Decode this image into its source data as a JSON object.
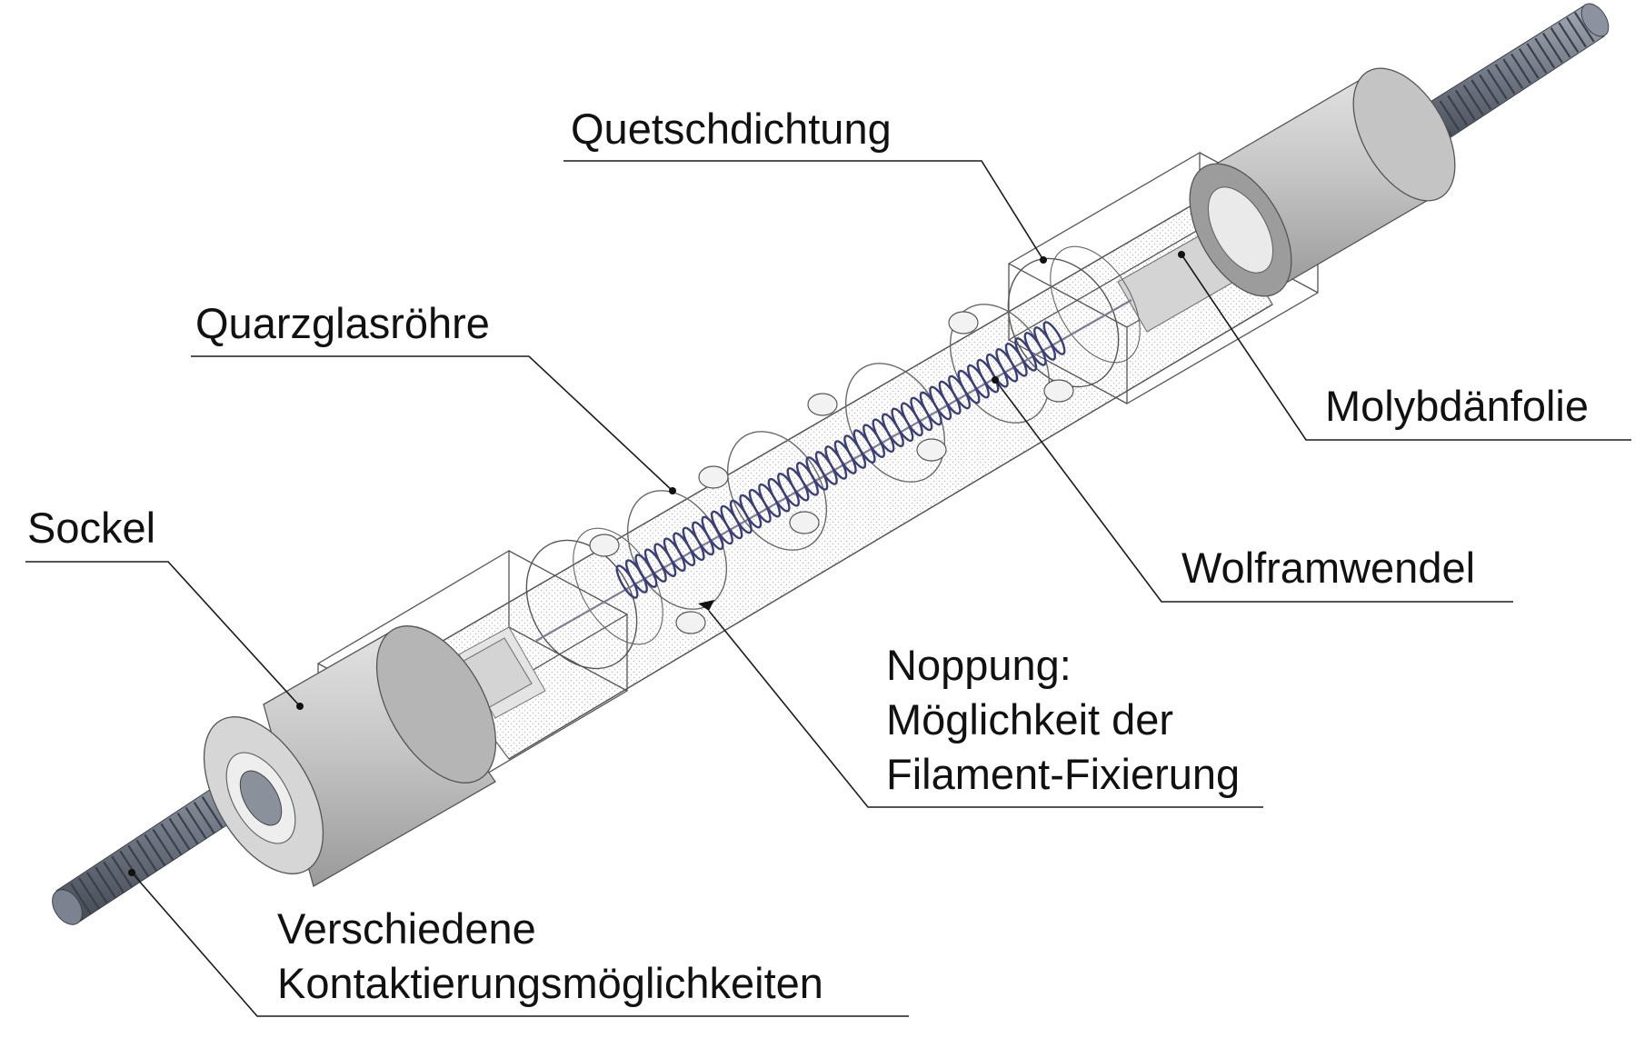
{
  "labels": {
    "quetschdichtung": "Quetschdichtung",
    "quarzglasroehre": "Quarzglasröhre",
    "molybdaenfolie": "Molybdänfolie",
    "sockel": "Sockel",
    "wolframwendel": "Wolframwendel",
    "noppung_1": "Noppung:",
    "noppung_2": "Möglichkeit der",
    "noppung_3": "Filament-Fixierung",
    "kontakt_1": "Verschiedene",
    "kontakt_2": "Kontaktierungsmöglichkeiten"
  },
  "colors": {
    "socket": "#c9c9c9",
    "socket_dark": "#9e9e9e",
    "thread": "#6f7784",
    "coil": "#3a3f7a",
    "foil": "#d4d4d4",
    "leader": "#1a1a1a"
  }
}
